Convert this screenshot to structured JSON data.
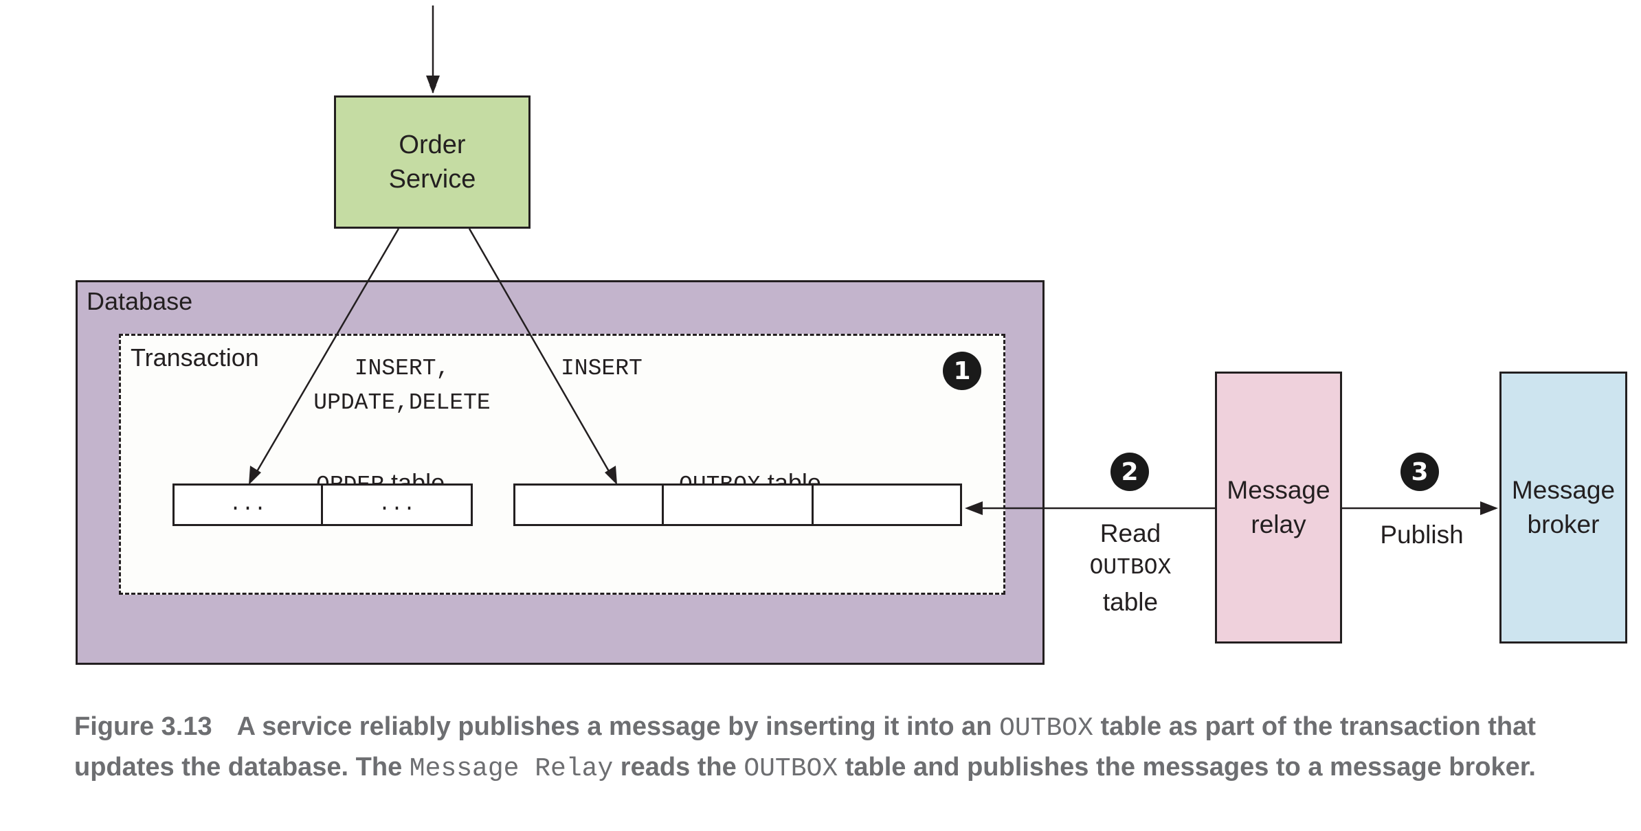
{
  "diagram": {
    "order_service": {
      "line1": "Order",
      "line2": "Service"
    },
    "database": {
      "label": "Database"
    },
    "transaction": {
      "label": "Transaction"
    },
    "insert_update_delete": {
      "line1": "INSERT,",
      "line2": "UPDATE,DELETE"
    },
    "insert": "INSERT",
    "order_table": {
      "mono": "ORDER",
      "text": " table",
      "cells": [
        "...",
        "..."
      ]
    },
    "outbox_table": {
      "mono": "OUTBOX",
      "text": " table",
      "cells": [
        "",
        "",
        ""
      ]
    },
    "badges": [
      "1",
      "2",
      "3"
    ],
    "read_label": {
      "line1": "Read",
      "line2": "OUTBOX",
      "line3": "table"
    },
    "message_relay": {
      "line1": "Message",
      "line2": "relay"
    },
    "publish_label": "Publish",
    "message_broker": {
      "line1": "Message",
      "line2": "broker"
    },
    "colors": {
      "order_service": "#c5dca3",
      "database": "#c3b4cc",
      "transaction": "#fdfdfb",
      "message_relay": "#efd1dc",
      "message_broker": "#cde4ef"
    }
  },
  "caption": {
    "figure": "Figure 3.13",
    "t1": "A service reliably publishes a message by inserting it into an ",
    "m1": "OUTBOX",
    "t2": " table as part of the transaction that updates the database. The ",
    "m2": "Message Relay",
    "t3": " reads the ",
    "m3": "OUTBOX",
    "t4": " table and publishes the messages to a message broker."
  }
}
